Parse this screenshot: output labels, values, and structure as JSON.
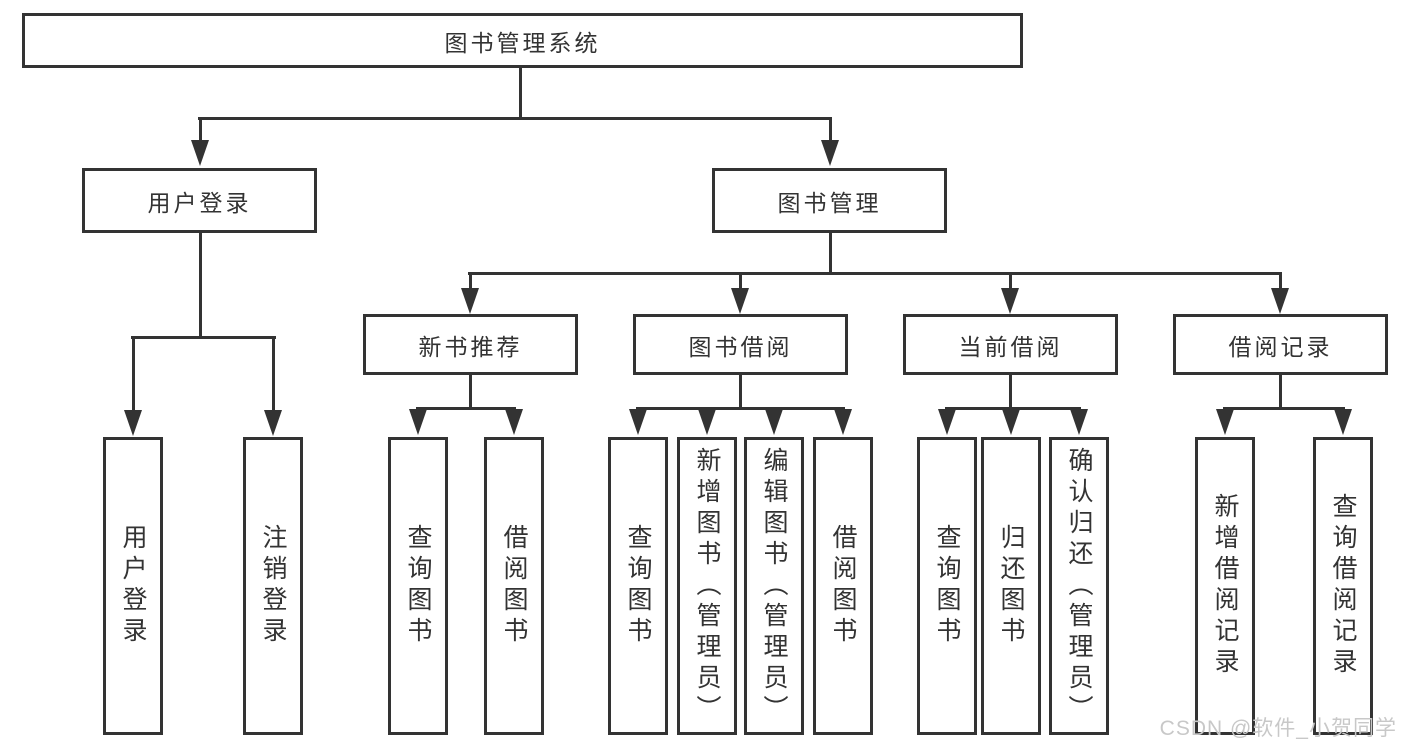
{
  "diagram_type": "hierarchy",
  "tree": {
    "root": {
      "label": "图书管理系统"
    },
    "level2": [
      {
        "label": "用户登录",
        "children": [
          "用户登录",
          "注销登录"
        ]
      },
      {
        "label": "图书管理"
      }
    ],
    "level3": [
      {
        "label": "新书推荐",
        "children": [
          "查询图书",
          "借阅图书"
        ]
      },
      {
        "label": "图书借阅",
        "children": [
          "查询图书",
          "新增图书（管理员）",
          "编辑图书（管理员）",
          "借阅图书"
        ]
      },
      {
        "label": "当前借阅",
        "children": [
          "查询图书",
          "归还图书",
          "确认归还（管理员）"
        ]
      },
      {
        "label": "借阅记录",
        "children": [
          "新增借阅记录",
          "查询借阅记录"
        ]
      }
    ]
  },
  "watermark": "CSDN @软件_小贺同学",
  "colors": {
    "line": "#333333",
    "text": "#333333",
    "watermark": "#c8c8c8",
    "background": "#ffffff"
  }
}
